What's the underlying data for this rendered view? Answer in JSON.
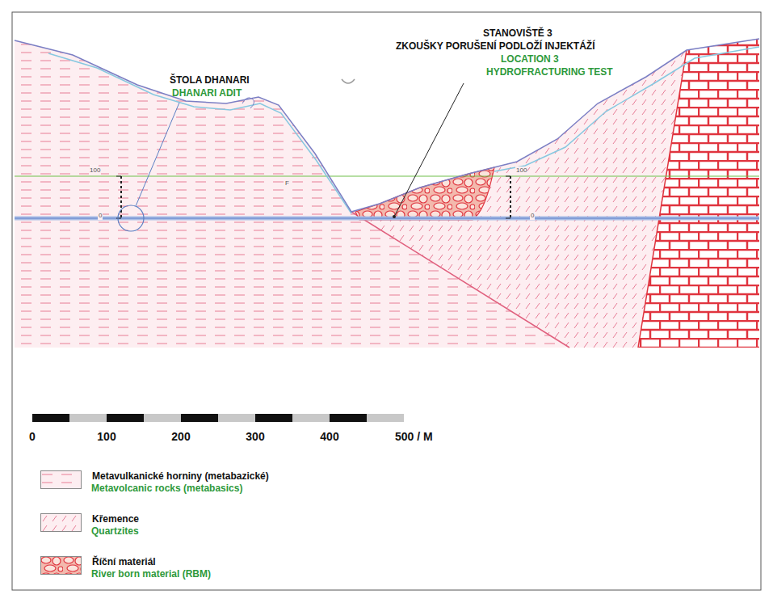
{
  "diagram": {
    "labels": [
      "ŠTOLA DHANARI",
      "DHANARI ADIT",
      "STANOVIŠTĚ 3",
      "ZKOUŠKY PORUŠENÍ PODLOŽÍ INJEKTÁŽÍ",
      "LOCATION 3",
      "HYDROFRACTURING TEST",
      "100",
      "0",
      "100",
      "0",
      "F",
      "0",
      "100",
      "200",
      "300",
      "400",
      "500 / M",
      "Metavolcanic rocks (metabasics)",
      "Quartzites",
      "River born material (RBM)"
    ],
    "legend": [
      {
        "text": "Metavulkanické horniny (metabazické)"
      },
      {
        "text": "Křemence"
      },
      {
        "text": "Říční materiál"
      }
    ]
  }
}
